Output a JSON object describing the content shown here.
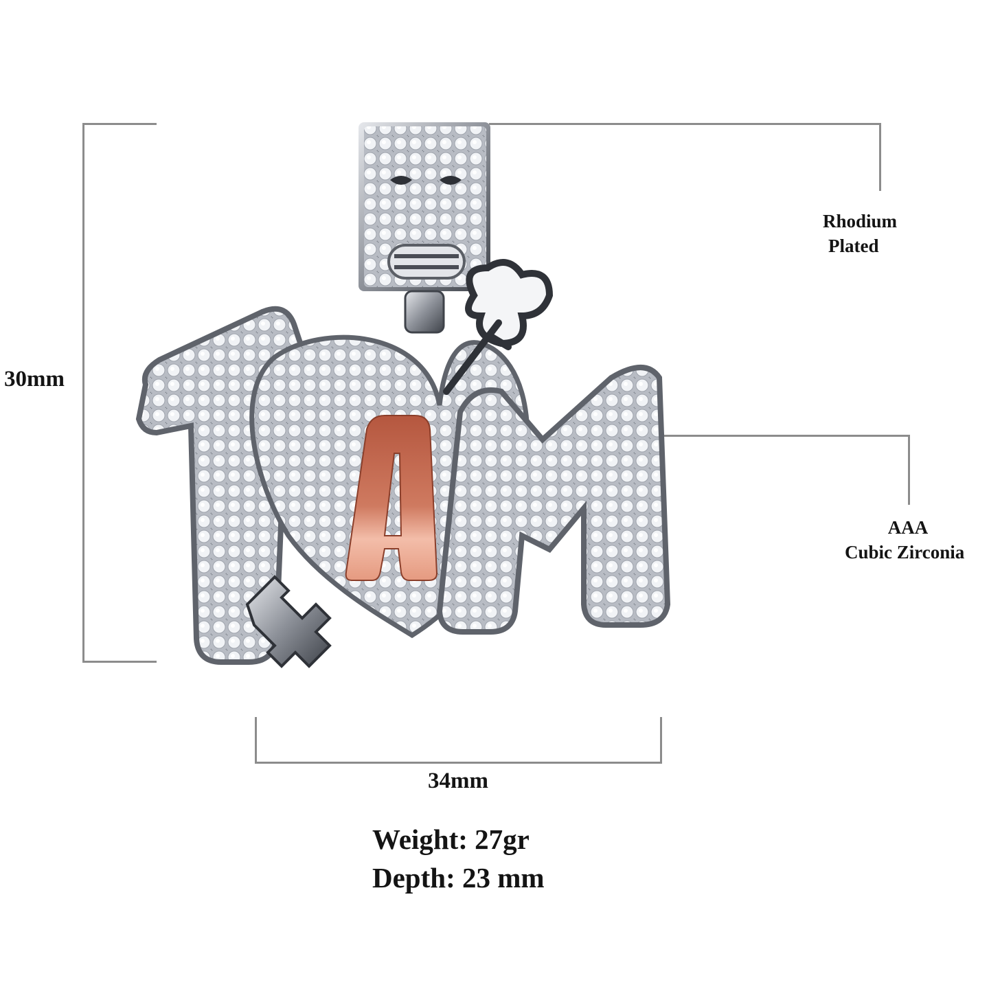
{
  "dimensions": {
    "height": {
      "label": "30mm"
    },
    "width": {
      "label": "34mm"
    }
  },
  "callouts": {
    "plating": {
      "line1": "Rhodium",
      "line2": "Plated"
    },
    "stones": {
      "line1": "AAA",
      "line2": "Cubic Zirconia"
    }
  },
  "specs": {
    "weight": "Weight: 27gr",
    "depth": "Depth: 23 mm"
  },
  "pendant": {
    "text_letters": [
      "1",
      "A",
      "M"
    ],
    "center_letter": "A",
    "colors": {
      "metal": "#c9ccd2",
      "metal_dark": "#4a4d55",
      "stones": "#eef0f4",
      "rose_gold": "#c9765c",
      "rose_gold_light": "#f0b6a2",
      "dimension_lines": "#8c8c8c"
    }
  }
}
